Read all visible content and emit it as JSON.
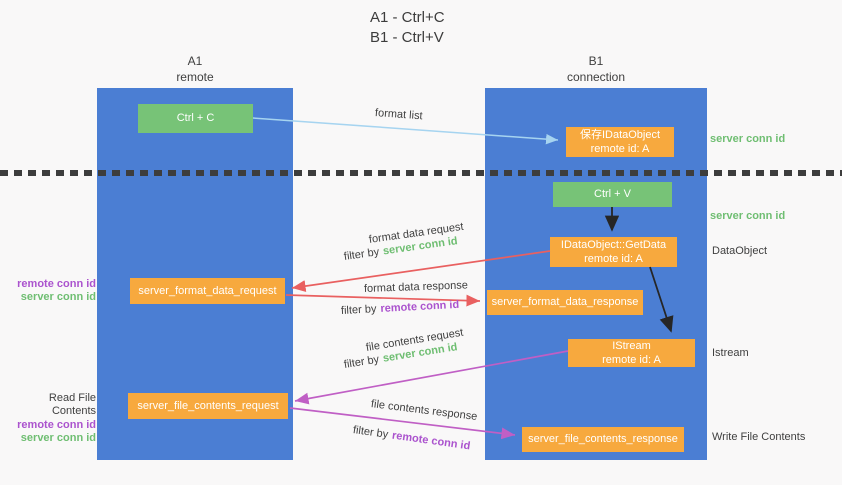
{
  "title": {
    "line1": "A1 - Ctrl+C",
    "line2": "B1 - Ctrl+V"
  },
  "columns": {
    "a1": {
      "name": "A1",
      "role": "remote"
    },
    "b1": {
      "name": "B1",
      "role": "connection"
    }
  },
  "boxes": {
    "ctrl_c": "Ctrl + C",
    "ctrl_v": "Ctrl + V",
    "save_idataobject": {
      "line1": "保存IDataObject",
      "line2": "remote id: A"
    },
    "getdata": {
      "line1": "IDataObject::GetData",
      "line2": "remote id: A"
    },
    "istream": {
      "line1": "IStream",
      "line2": "remote id: A"
    },
    "format_request": "server_format_data_request",
    "format_response": "server_format_data_response",
    "file_request": "server_file_contents_request",
    "file_response": "server_file_contents_response"
  },
  "arrow_labels": {
    "format_list": "format list",
    "format_data_request": "format data request",
    "format_data_response": "format data response",
    "file_contents_request": "file contents request",
    "file_contents_response": "file contents response",
    "filter_by": "filter by",
    "server_conn_id": "server conn id",
    "remote_conn_id": "remote conn id"
  },
  "side_labels": {
    "server_conn_id_top": "server conn id",
    "server_conn_id_mid": "server conn id",
    "dataobject": "DataObject",
    "istream": "Istream",
    "write_file_contents": "Write File Contents",
    "read_file_contents": "Read File Contents",
    "remote_conn_id": "remote conn id",
    "server_conn_id": "server conn id"
  },
  "colors": {
    "lifeline_blue": "#4b7ed3",
    "box_green": "#77c377",
    "box_orange": "#f7a93e",
    "arrow_red": "#e96060",
    "arrow_purple": "#c05fc5",
    "arrow_lightblue": "#a6d4f0",
    "arrow_black": "#262626",
    "text_green": "#6fbe72",
    "text_purple": "#ab53ce",
    "background": "#f9f8f8"
  }
}
